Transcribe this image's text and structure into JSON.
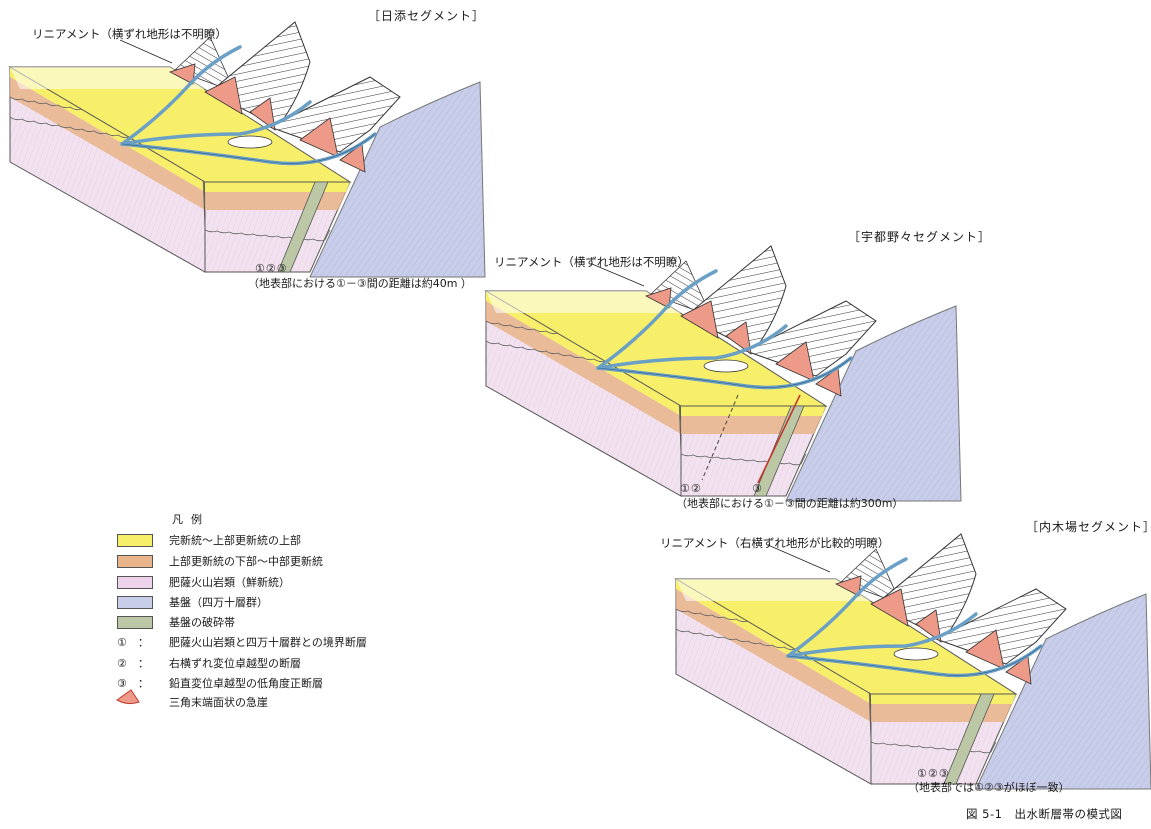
{
  "colors": {
    "holocene": "#f7ef6a",
    "pleistocene": "#e9b48a",
    "volcanic": "#ecd2ea",
    "basement": "#c8cde9",
    "fracture_zone": "#bcc7a6",
    "scarp": "#ee9a88",
    "river": "#6a9fc6",
    "fault3": "#c0392b"
  },
  "segments": [
    {
      "title": "［日添セグメント］",
      "lineament_label": "リニアメント（横ずれ地形は不明瞭）",
      "fault_numbers": "①②③",
      "distance_note": "（地表部における①－③間の距離は約40m ）"
    },
    {
      "title": "［宇都野々セグメント］",
      "lineament_label": "リニアメント（横ずれ地形は不明瞭）",
      "fault_numbers": "①②",
      "fault_number_3": "③",
      "distance_note": "（地表部における①－③間の距離は約300m）"
    },
    {
      "title": "［内木場セグメント］",
      "lineament_label": "リニアメント（右横ずれ地形が比較的明瞭）",
      "fault_numbers": "①②③",
      "distance_note": "（地表部では①②③がほぼ一致）"
    }
  ],
  "legend": {
    "title": "凡例",
    "items": [
      {
        "kind": "swatch",
        "color": "#f7ef6a",
        "text": "完新統～上部更新統の上部"
      },
      {
        "kind": "swatch",
        "color": "#e9b48a",
        "text": "上部更新統の下部～中部更新統"
      },
      {
        "kind": "swatch",
        "color": "#ecd2ea",
        "text": "肥薩火山岩類（鮮新統）"
      },
      {
        "kind": "swatch",
        "color": "#c8cde9",
        "text": "基盤（四万十層群）"
      },
      {
        "kind": "swatch",
        "color": "#bcc7a6",
        "text": "基盤の破砕帯"
      },
      {
        "kind": "mark",
        "mark": "①　：",
        "text": "肥薩火山岩類と四万十層群との境界断層"
      },
      {
        "kind": "mark",
        "mark": "②　：",
        "text": "右横ずれ変位卓越型の断層"
      },
      {
        "kind": "mark",
        "mark": "③　：",
        "text": "鉛直変位卓越型の低角度正断層"
      },
      {
        "kind": "icon",
        "icon": "triangle-scarp-icon",
        "text": "三角末端面状の急崖"
      }
    ]
  },
  "figure_caption": "図 5-1　出水断層帯の模式図"
}
